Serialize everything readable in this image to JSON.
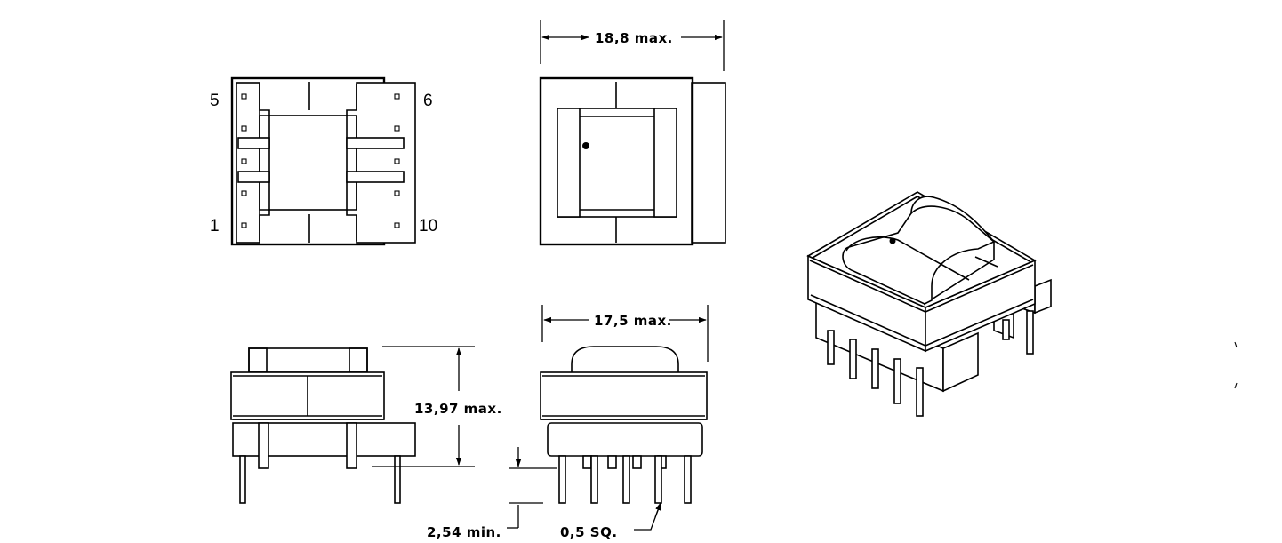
{
  "pins": {
    "top_left": "5",
    "top_right": "6",
    "bottom_left": "1",
    "bottom_right": "10"
  },
  "dimensions": {
    "top_width": "18,8  max.",
    "front_width": "17,5  max.",
    "height": "13,97  max.",
    "pin_length": "2,54  min.",
    "pin_size": "0,5  SQ."
  }
}
